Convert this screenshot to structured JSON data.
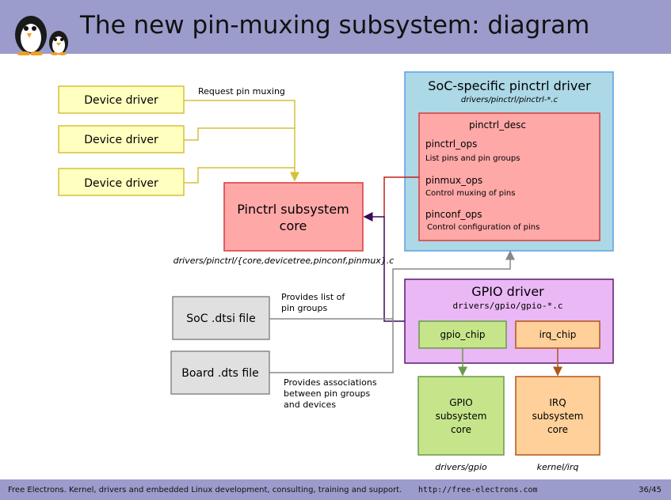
{
  "header": {
    "title": "The new pin-muxing subsystem: diagram"
  },
  "footer": {
    "text": "Free Electrons. Kernel, drivers and embedded Linux development, consulting, training and support.",
    "url": "http://free-electrons.com",
    "page": "36/45"
  },
  "colors": {
    "header_bg": "#9b9ccb",
    "yellow_box": "#ffffc0",
    "yellow_border": "#d6c13a",
    "red_box": "#ffa8a8",
    "red_border": "#d63a3a",
    "blue_box": "#add8e6",
    "blue_border": "#5aa0e6",
    "purple_box": "#e9b8f5",
    "purple_border": "#5a1a6e",
    "green_box": "#c6e58a",
    "green_border": "#6a9a4a",
    "orange_box": "#ffd09a",
    "orange_border": "#b0561a",
    "gray_box": "#e0e0e0",
    "gray_border": "#888888"
  },
  "diagram": {
    "device_drivers": [
      "Device driver",
      "Device driver",
      "Device driver"
    ],
    "request_label": "Request pin muxing",
    "core": {
      "line1": "Pinctrl subsystem",
      "line2": "core",
      "path": "drivers/pinctrl/{core,devicetree,pinconf,pinmux}.c"
    },
    "soc_driver": {
      "title": "SoC-specific pinctrl driver",
      "path": "drivers/pinctrl/pinctrl-*.c",
      "desc_title": "pinctrl_desc",
      "ops": [
        {
          "name": "pinctrl_ops",
          "desc": "List pins and pin groups"
        },
        {
          "name": "pinmux_ops",
          "desc": "Control muxing of pins"
        },
        {
          "name": "pinconf_ops",
          "desc": "Control configuration of pins"
        }
      ]
    },
    "gpio_driver": {
      "title": "GPIO driver",
      "path": "drivers/gpio/gpio-*.c",
      "gpio_chip": "gpio_chip",
      "irq_chip": "irq_chip"
    },
    "gpio_core": {
      "lines": [
        "GPIO",
        "subsystem",
        "core"
      ],
      "path": "drivers/gpio"
    },
    "irq_core": {
      "lines": [
        "IRQ",
        "subsystem",
        "core"
      ],
      "path": "kernel/irq"
    },
    "soc_dtsi": "SoC .dtsi file",
    "board_dts": "Board .dts file",
    "dtsi_label": [
      "Provides list of",
      "pin groups"
    ],
    "dts_label": [
      "Provides associations",
      "between pin groups",
      "and devices"
    ]
  }
}
